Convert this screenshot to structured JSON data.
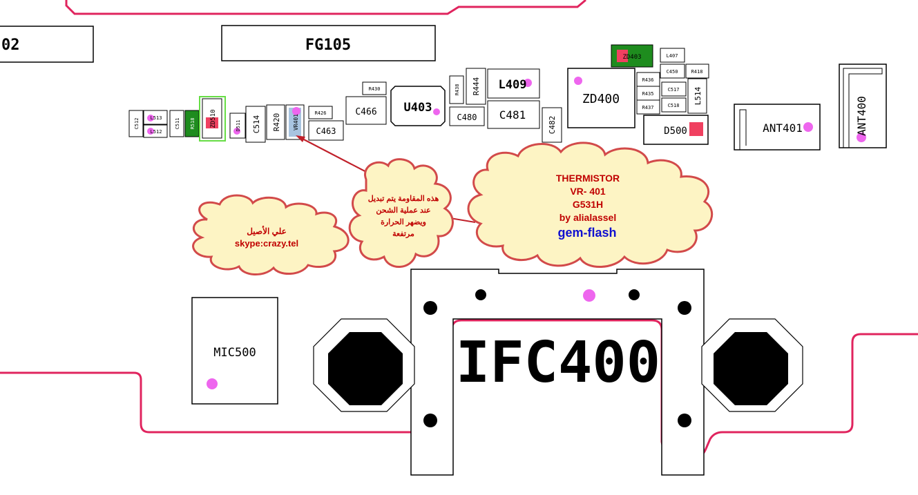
{
  "colors": {
    "board_outline": "#e0245e",
    "pad_pink": "#ee66ee",
    "pad_red": "#f04060",
    "green_part": "#1e8c1e",
    "cloud_fill": "#fdf4c4",
    "cloud_stroke": "#d24a4a",
    "cloud_text_red": "#c00000",
    "cloud_text_blue": "#1010d0",
    "pointer": "#c0202a",
    "thermistor_fill": "#a8c4e0",
    "highlight_frame": "#66dd44"
  },
  "components": {
    "fg105": "FG105",
    "cut_02": "02",
    "u403": "U403",
    "l409": "L409",
    "zd400": "ZD400",
    "zd403": "ZD403",
    "ant401": "ANT401",
    "ant400": "ANT400",
    "d500": "D500",
    "c466": "C466",
    "c480": "C480",
    "c481": "C481",
    "c482": "C482",
    "c463": "C463",
    "c514": "C514",
    "r420": "R420",
    "vr401": "VR401",
    "r426": "R426",
    "r430": "R430",
    "r438": "R438",
    "r444": "R444",
    "l407": "L407",
    "c450": "C450",
    "r418": "R418",
    "r436": "R436",
    "r435": "R435",
    "r437": "R437",
    "c517": "C517",
    "c518": "C518",
    "l514": "L514",
    "zd510": "ZD510",
    "c512": "C512",
    "l513": "L513",
    "l512": "L512",
    "c511": "C511",
    "r518": "R518",
    "d511": "D511",
    "mic500": "MIC500",
    "ifc400": "IFC400"
  },
  "cloud_main": {
    "line1": "THERMISTOR",
    "line2": "VR- 401",
    "line3": "G531H",
    "line4": "by alialassel",
    "line5": "gem-flash"
  },
  "cloud_arabic": {
    "line1": "هذه المقاومة يتم تبديل",
    "line2": "عند عملية الشحن",
    "line3": "ويضهر الحرارة",
    "line4": "مرتفعة"
  },
  "cloud_contact": {
    "line1": "علي الأصيل",
    "line2": "skype:crazy.tel"
  }
}
